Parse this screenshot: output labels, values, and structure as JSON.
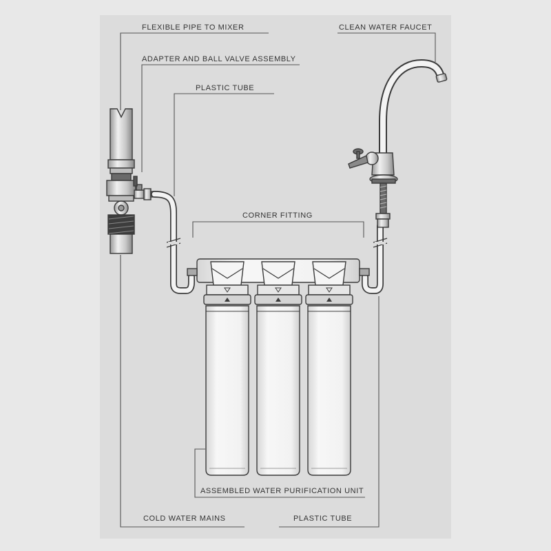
{
  "labels": {
    "flexible_pipe": "FLEXIBLE PIPE TO MIXER",
    "adapter_valve": "ADAPTER AND BALL VALVE ASSEMBLY",
    "plastic_tube_top": "PLASTIC TUBE",
    "clean_faucet": "CLEAN WATER FAUCET",
    "corner_fitting": "CORNER FITTING",
    "purification_unit": "ASSEMBLED WATER PURIFICATION UNIT",
    "cold_mains": "COLD WATER MAINS",
    "plastic_tube_bottom": "PLASTIC TUBE"
  },
  "colors": {
    "background": "#e8e8e8",
    "panel": "#dcdcdc",
    "outline": "#3a3a3a",
    "fill": "#f3f3f3",
    "shade": "#cfcfcf"
  },
  "icons": {
    "pipe": "vertical-pipe",
    "valve": "ball-valve",
    "faucet": "gooseneck-faucet",
    "housing": "filter-cartridge"
  }
}
